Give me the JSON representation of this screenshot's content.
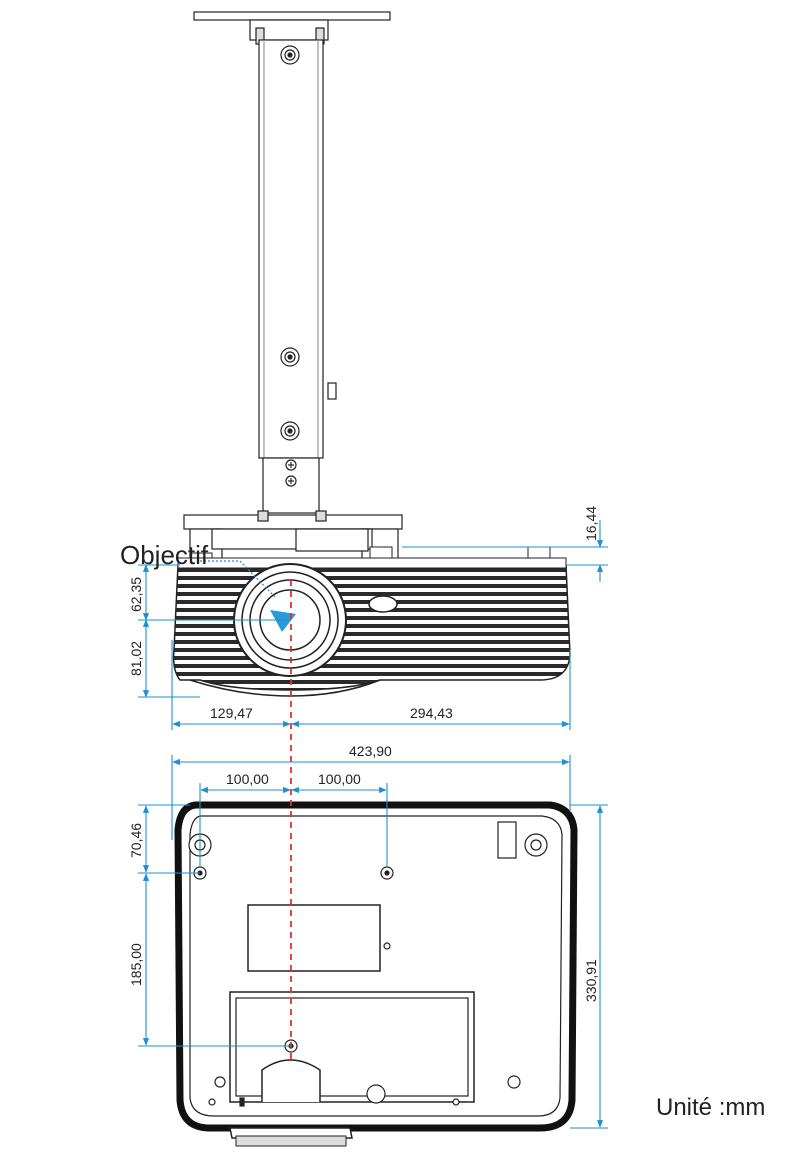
{
  "labels": {
    "lens": "Objectif",
    "unit": "Unité :mm"
  },
  "dimensions": {
    "height_top_plate": "16,44",
    "lens_from_top": "62,35",
    "lens_to_bottom": "81,02",
    "lens_to_left": "129,47",
    "lens_to_right": "294,43",
    "total_width": "423,90",
    "hole_left_spacing": "100,00",
    "hole_right_spacing": "100,00",
    "hole_row_offset": "70,46",
    "holes_to_center_hole": "185,00",
    "total_depth": "330,91"
  },
  "colors": {
    "dimension_line": "#1e8fd0",
    "center_line": "#e0312b",
    "outline": "#222222",
    "lens_arrow": "#2a9ad8"
  }
}
